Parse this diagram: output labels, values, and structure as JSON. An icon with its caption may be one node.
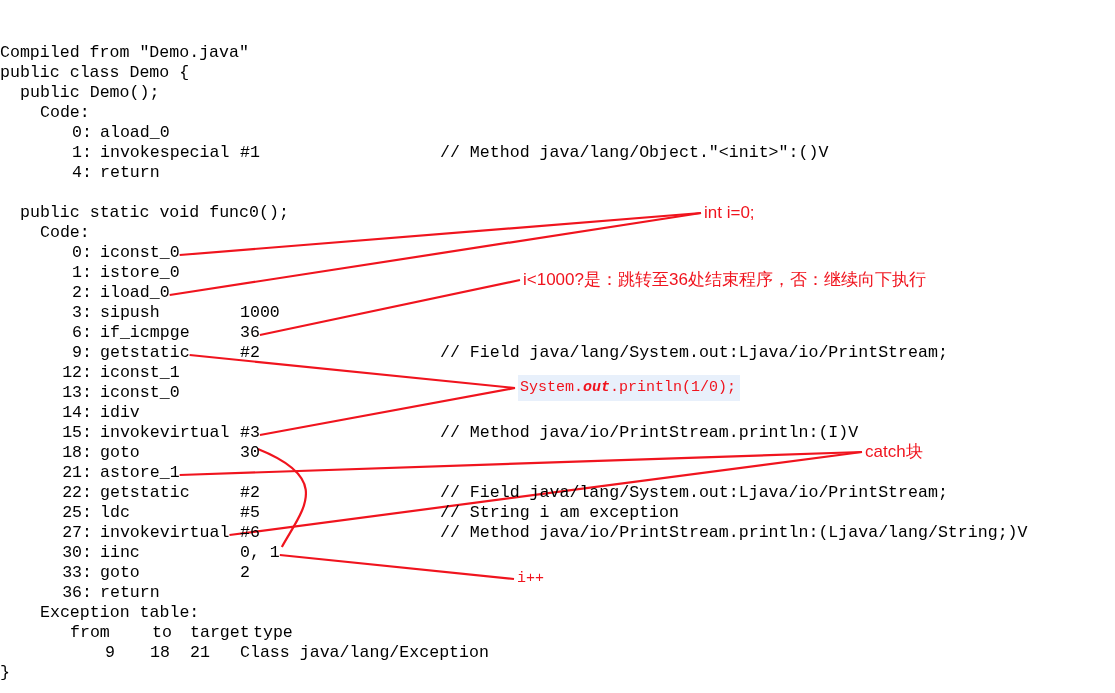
{
  "diagram": {
    "nodes": [
      {
        "text": [
          "int i=0;"
        ]
      },
      {
        "text": [
          "iconst_0"
        ]
      },
      {
        "text": [
          "iload_0"
        ]
      },
      {
        "text": [
          "i<1000?是：跳转至36处结束程序，否：继续向下执行"
        ]
      },
      {
        "text": [
          "36"
        ]
      },
      {
        "text": [
          "System.**out**.println(1/0);"
        ]
      },
      {
        "text": [
          "getstatic"
        ]
      },
      {
        "text": [
          "#3"
        ]
      },
      {
        "text": [
          "30"
        ]
      },
      {
        "text": [
          "catch块"
        ]
      },
      {
        "text": [
          "astore_1"
        ]
      },
      {
        "text": [
          "invokevirtual"
        ]
      },
      {
        "text": [
          "0, 1"
        ]
      },
      {
        "text": [
          "i++"
        ]
      }
    ],
    "edges": [
      {
        "from": 0,
        "to": 1,
        "arrow": "none"
      },
      {
        "from": 0,
        "to": 2,
        "arrow": "none"
      },
      {
        "from": 3,
        "to": 4,
        "arrow": "none"
      },
      {
        "from": 5,
        "to": 6,
        "arrow": "none"
      },
      {
        "from": 5,
        "to": 7,
        "arrow": "none"
      },
      {
        "from": 8,
        "to": 12,
        "arrow": "none"
      },
      {
        "from": 9,
        "to": 10,
        "arrow": "none"
      },
      {
        "from": 9,
        "to": 11,
        "arrow": "none"
      },
      {
        "from": 13,
        "to": 12,
        "arrow": "none"
      }
    ],
    "labels": [
      "Compiled from \"Demo.java\"",
      "public class Demo {",
      "public Demo();",
      "Code:",
      "0:",
      "aload_0",
      "1:",
      "invokespecial",
      "#1",
      "// Method java/lang/Object.\"<init>\":()V",
      "4:",
      "return",
      "public static void func0();",
      "Code:",
      "0:",
      "1:",
      "istore_0",
      "2:",
      "3:",
      "sipush",
      "1000",
      "6:",
      "if_icmpge",
      "9:",
      "#2",
      "// Field java/lang/System.out:Ljava/io/PrintStream;",
      "12:",
      "iconst_1",
      "13:",
      "iconst_0",
      "14:",
      "idiv",
      "15:",
      "invokevirtual",
      "// Method java/io/PrintStream.println:(I)V",
      "18:",
      "goto",
      "21:",
      "22:",
      "getstatic",
      "#2",
      "// Field java/lang/System.out:Ljava/io/PrintStream;",
      "25:",
      "ldc",
      "#5",
      "// String i am exception",
      "27:",
      "#6",
      "// Method java/io/PrintStream.println:(Ljava/lang/String;)V",
      "30:",
      "iinc",
      "33:",
      "goto",
      "2",
      "36:",
      "return",
      "Exception table:",
      "from",
      "to",
      "target",
      "type",
      "9",
      "18",
      "21",
      "Class java/lang/Exception",
      "}"
    ]
  }
}
